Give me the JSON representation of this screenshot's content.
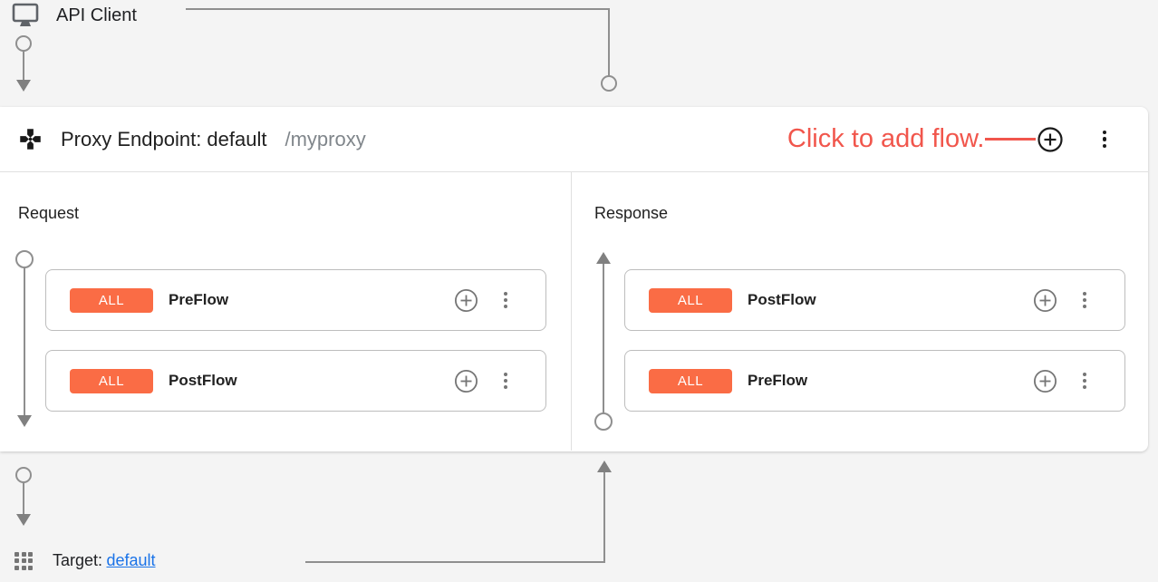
{
  "colors": {
    "background": "#f4f4f4",
    "panel": "#ffffff",
    "badge_orange": "#fa6c45",
    "annotation_red": "#f1564c",
    "link_blue": "#1a73e8",
    "connector_gray": "#8f8f8f"
  },
  "icons": {
    "api_client": "monitor-icon",
    "proxy_endpoint": "dpad-icon",
    "add_flow": "plus-circle-icon",
    "menu": "kebab-menu-icon",
    "target": "apps-grid-icon"
  },
  "api_client": {
    "label": "API Client"
  },
  "proxy_endpoint": {
    "title": "Proxy Endpoint: default",
    "path": "/myproxy",
    "annotation": "Click to add flow.",
    "request": {
      "label": "Request",
      "flows": [
        {
          "badge": "ALL",
          "name": "PreFlow"
        },
        {
          "badge": "ALL",
          "name": "PostFlow"
        }
      ]
    },
    "response": {
      "label": "Response",
      "flows": [
        {
          "badge": "ALL",
          "name": "PostFlow"
        },
        {
          "badge": "ALL",
          "name": "PreFlow"
        }
      ]
    }
  },
  "target": {
    "label": "Target:",
    "link": "default"
  }
}
